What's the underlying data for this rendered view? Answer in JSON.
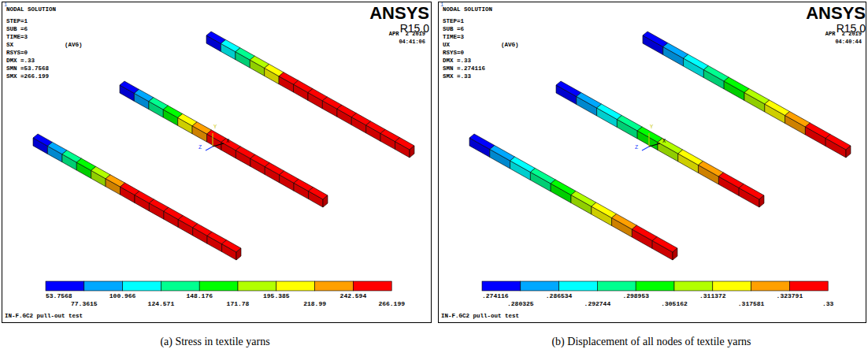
{
  "diagram": {
    "labels": [
      "1",
      "NODAL SOLUTION",
      "STEP=1",
      "SUB =6",
      "TIME=3",
      "SX",
      "(AVG)",
      "RSYS=0",
      "DMX =.33",
      "SMN =53.7568",
      "SMX =266.199",
      "ANSYS",
      "R15.0",
      "APR  2 2019",
      "04:41:06",
      "53.7568",
      "77.3615",
      "100.966",
      "124.571",
      "148.176",
      "171.78",
      "195.385",
      "218.99",
      "242.594",
      "266.199",
      "IN-F.GC2 pull-out test",
      "Y",
      "X",
      "Z",
      "(a) Stress in textile yarns",
      "1",
      "NODAL SOLUTION",
      "STEP=1",
      "SUB =6",
      "TIME=3",
      "UX",
      "(AVG)",
      "RSYS=0",
      "DMX =.33",
      "SMN =.274116",
      "SMX =.33",
      "ANSYS",
      "R15.0",
      "APR  2 2019",
      "04:40:44",
      ".274116",
      ".280325",
      ".286534",
      ".292744",
      ".298953",
      ".305162",
      ".311372",
      ".317581",
      ".323791",
      ".33",
      "IN-F.GC2 pull-out test",
      "Y",
      "X",
      "Z",
      "(b) Displacement of all nodes of textile yarns"
    ]
  }
}
